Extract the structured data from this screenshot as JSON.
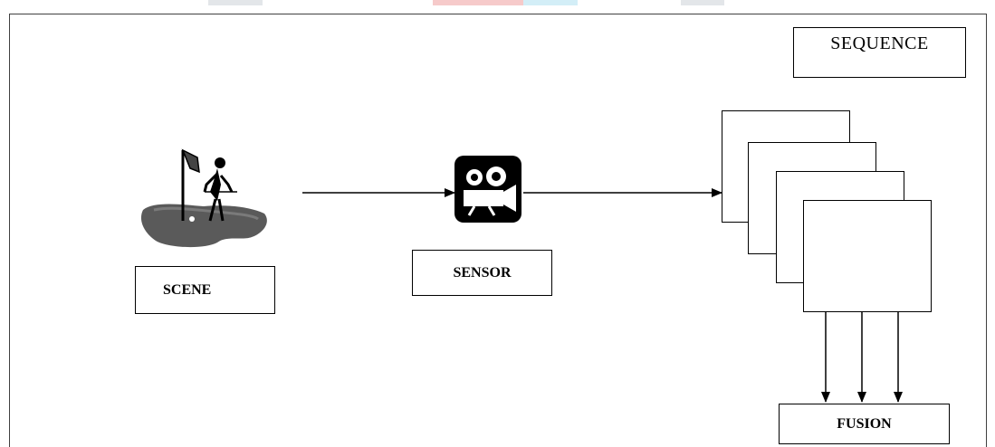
{
  "labels": {
    "scene": "SCENE",
    "sensor": "SENSOR",
    "sequence": "SEQUENCE",
    "fusion": "FUSION"
  },
  "icons": {
    "scene": "golfer-scene-icon",
    "sensor": "video-camera-icon"
  },
  "colors": {
    "line": "#000000",
    "band_gray": "#c9cfd4",
    "band_red": "#f3b3b3",
    "band_blue": "#bfe6f3"
  }
}
